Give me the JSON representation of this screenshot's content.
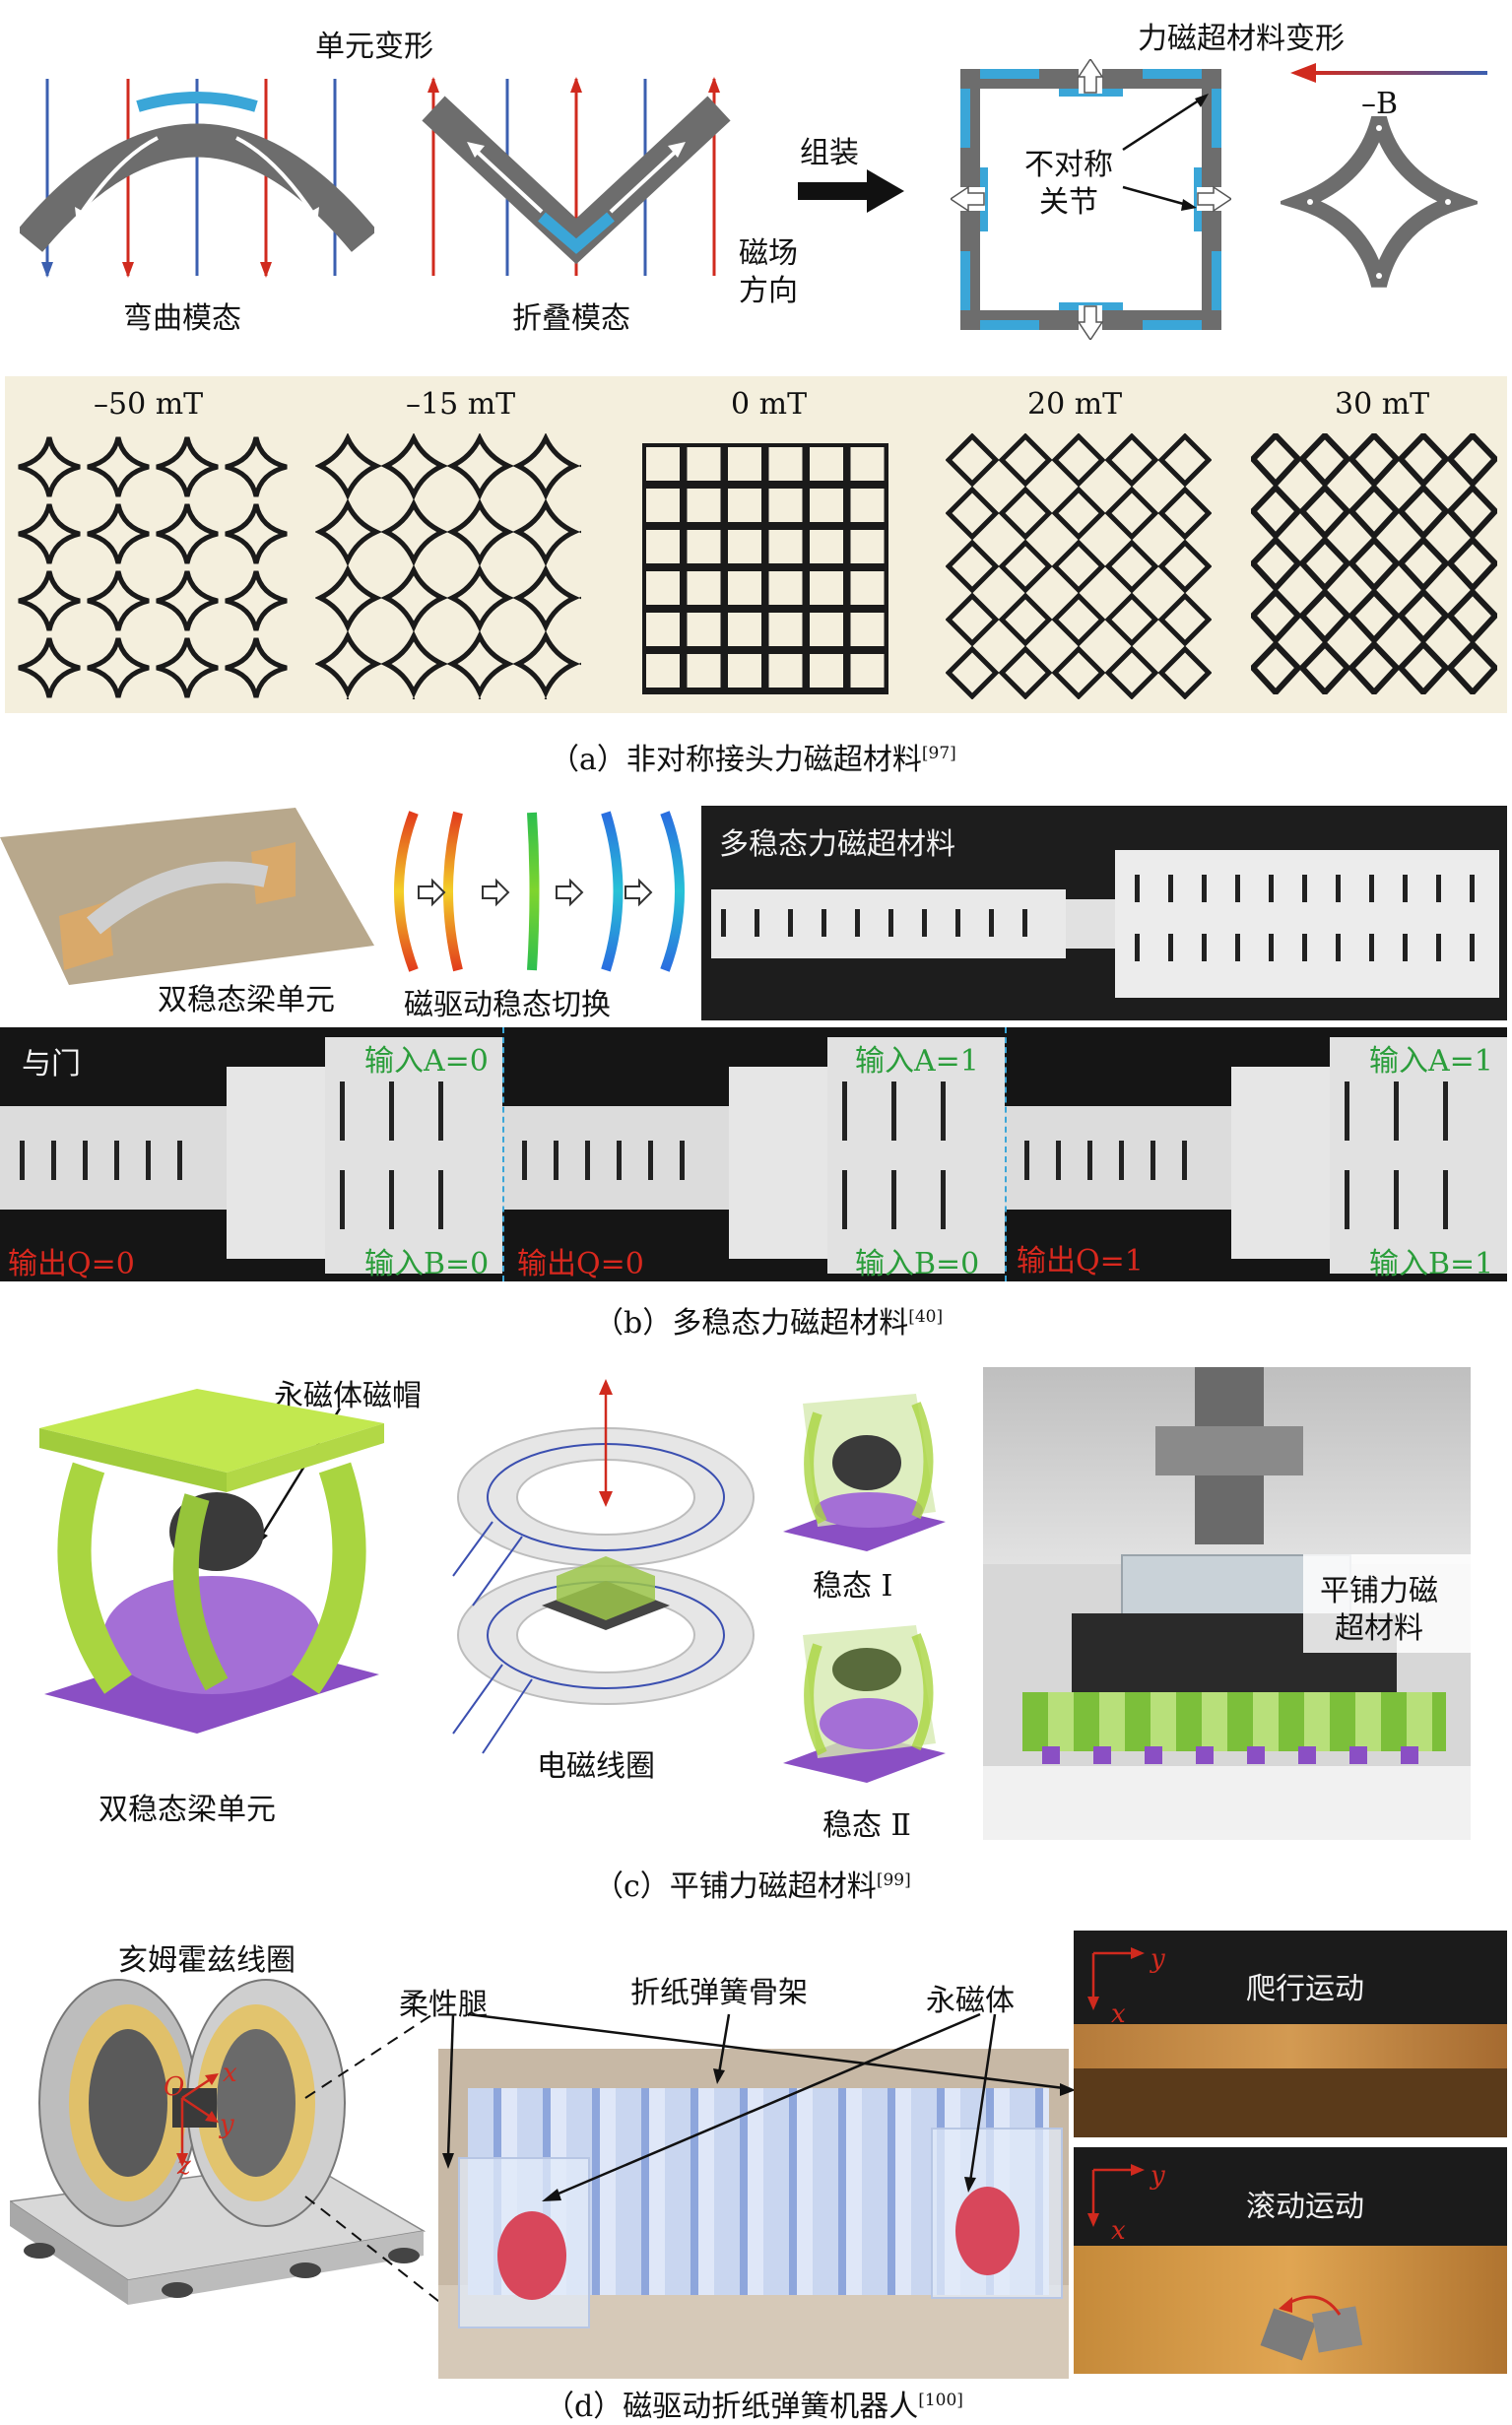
{
  "panel_a": {
    "unit_deform": "单元变形",
    "bend_mode": "弯曲模态",
    "fold_mode": "折叠模态",
    "field_dir": [
      "磁场",
      "方向"
    ],
    "assemble": "组装",
    "meta_deform": "力磁超材料变形",
    "asym_joint": [
      "不对称",
      "关节"
    ],
    "field_b": "–B",
    "fields": [
      "–50 mT",
      "–15 mT",
      "0 mT",
      "20 mT",
      "30 mT"
    ],
    "caption": "（a）非对称接头力磁超材料",
    "ref": "[97]"
  },
  "panel_b": {
    "bistable_unit": "双稳态梁单元",
    "switch": "磁驱动稳态切换",
    "multistable": "多稳态力磁超材料",
    "and_gate": "与门",
    "inputs_a": [
      "输入A=0",
      "输入A=1",
      "输入A=1"
    ],
    "inputs_b": [
      "输入B=0",
      "输入B=0",
      "输入B=1"
    ],
    "outputs": [
      "输出Q=0",
      "输出Q=0",
      "输出Q=1"
    ],
    "caption": "（b）多稳态力磁超材料",
    "ref": "[40]"
  },
  "panel_c": {
    "magnet_cap": "永磁体磁帽",
    "bistable_unit": "双稳态梁单元",
    "coil": "电磁线圈",
    "state1": "稳态 Ⅰ",
    "state2": "稳态 Ⅱ",
    "tiled": [
      "平铺力磁",
      "超材料"
    ],
    "caption": "（c）平铺力磁超材料",
    "ref": "[99]"
  },
  "panel_d": {
    "helmholtz": "亥姆霍兹线圈",
    "legs": "柔性腿",
    "skeleton": "折纸弹簧骨架",
    "magnet": "永磁体",
    "crawl": "爬行运动",
    "roll": "滚动运动",
    "axis_o": "O",
    "axis_x": "x",
    "axis_y": "y",
    "axis_z": "z",
    "caption": "（d）磁驱动折纸弹簧机器人",
    "ref": "[100]"
  },
  "colors": {
    "accent_blue": "#3aa6d8",
    "arrow_red": "#d02a1e",
    "green_text": "#2a9d3a",
    "lattice_bg": "#f4efdd",
    "soft_green": "#b7e04a",
    "purple": "#8a4fc4"
  }
}
